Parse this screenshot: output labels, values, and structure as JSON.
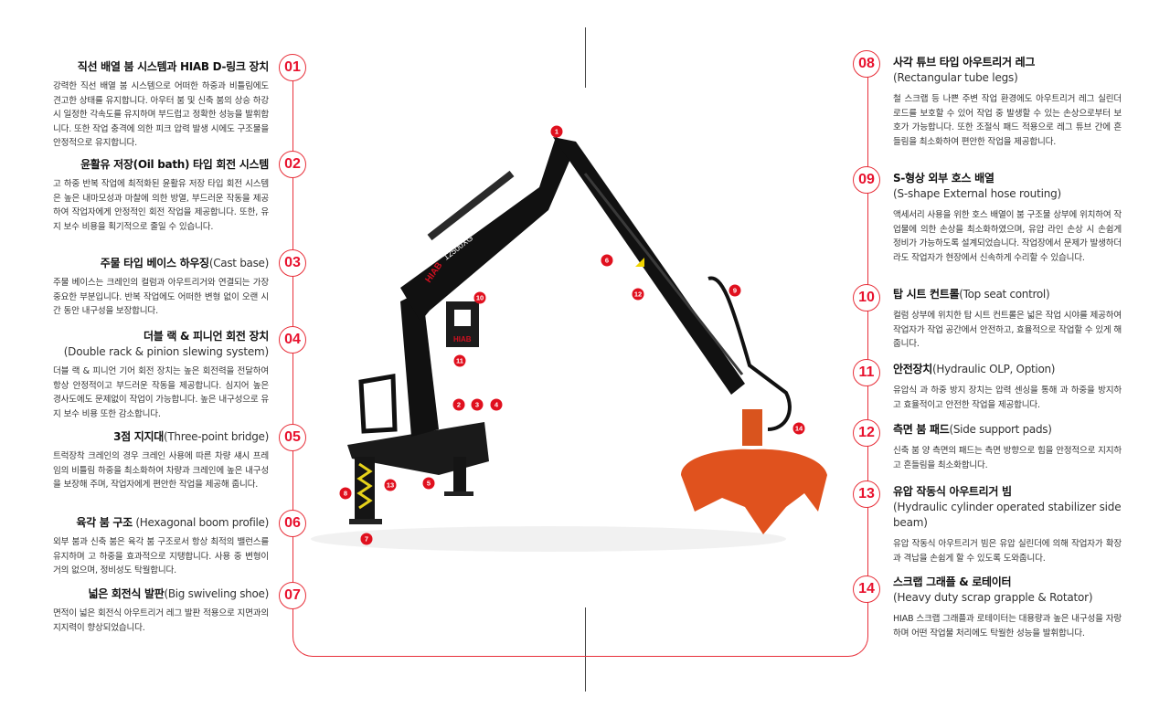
{
  "features_left": [
    {
      "num": "01",
      "title": "직선 배열 붐 시스템과 HIAB D-링크 장치",
      "title_en": "",
      "body": "강력한 직선 배열 붐 시스템으로 어떠한 하중과 비틀림에도 견고한 상태를 유지합니다. 아우터 붐 및 신축 붐의 상승 하강 시 일정한 각속도를 유지하며 부드럽고 정확한 성능을 발휘합니다. 또한 작업 충격에 의한 피크 압력 발생 시에도 구조물을 안정적으로 유지합니다."
    },
    {
      "num": "02",
      "title": "윤활유 저장(Oil bath) 타입 회전 시스템",
      "title_en": "",
      "body": "고 하중 반복 작업에 최적화된 윤활유 저장 타입 회전 시스템은 높은 내마모성과 마찰에 의한 방열, 부드러운 작동을 제공하여 작업자에게 안정적인 회전 작업을 제공합니다. 또한, 유지 보수 비용을 획기적으로 줄일 수 있습니다."
    },
    {
      "num": "03",
      "title": "주물 타입 베이스 하우징",
      "title_en": "(Cast base)",
      "body": "주물 베이스는 크레인의 컬럼과 아우트리거와 연결되는 가장 중요한 부분입니다. 반복 작업에도 어떠한 변형 없이 오랜 시간 동안 내구성을 보장합니다."
    },
    {
      "num": "04",
      "title": "더블 랙 & 피니언 회전 장치",
      "title_en": "",
      "sub": "(Double rack & pinion slewing system)",
      "body": "더블 랙 & 피니언 기어 회전 장치는 높은 회전력을 전달하여 항상 안정적이고 부드러운 작동을 제공합니다. 심지어 높은 경사도에도 문제없이 작업이 가능합니다. 높은 내구성으로 유지 보수 비용 또한 감소합니다."
    },
    {
      "num": "05",
      "title": "3점 지지대",
      "title_en": "(Three-point bridge)",
      "body": "트럭장착 크레인의 경우 크레인 사용에 따른 차량 섀시 프레임의 비틀림 하중을 최소화하여 차량과 크레인에 높은 내구성을 보장해 주며, 작업자에게 편안한 작업을 제공해 줍니다."
    },
    {
      "num": "06",
      "title": "육각 붐 구조",
      "title_en": " (Hexagonal boom profile)",
      "body": "외부 붐과 신축 붐은 육각 붐 구조로서 항상 최적의 밸런스를 유지하며 고 하중을 효과적으로 지탱합니다. 사용 중 변형이 거의 없으며, 정비성도 탁월합니다."
    },
    {
      "num": "07",
      "title": "넓은 회전식 발판",
      "title_en": "(Big swiveling shoe)",
      "body": "면적이 넓은 회전식 아우트리거 레그 발판 적용으로 지면과의 지지력이 향상되었습니다."
    }
  ],
  "features_right": [
    {
      "num": "08",
      "title": "사각 튜브 타입 아우트리거 레그",
      "title_en": "",
      "sub": "(Rectangular tube legs)",
      "body": "철 스크랩 등 나쁜 주변 작업 환경에도 아우트리거 레그 실린더 로드를 보호할 수 있어 작업 중 발생할 수 있는 손상으로부터 보호가 가능합니다. 또한 조절식 패드 적용으로 레그 튜브 간에 흔들림을 최소화하여 편안한 작업을 제공합니다."
    },
    {
      "num": "09",
      "title": "S-형상 외부 호스 배열",
      "title_en": "",
      "sub": "(S-shape External hose routing)",
      "body": "액세서리 사용을 위한 호스 배열이 붐 구조물 상부에 위치하여 작업물에 의한 손상을 최소화하였으며, 유압 라인 손상 시 손쉽게 정비가 가능하도록 설계되었습니다. 작업장에서 문제가 발생하더라도 작업자가 현장에서 신속하게 수리할 수 있습니다."
    },
    {
      "num": "10",
      "title": "탑 시트 컨트롤",
      "title_en": "(Top seat control)",
      "body": "컬럼 상부에 위치한 탑 시트 컨트롤은 넓은 작업 시야를 제공하여 작업자가 작업 공간에서 안전하고, 효율적으로 작업할 수 있게 해줍니다."
    },
    {
      "num": "11",
      "title": "안전장치",
      "title_en": "(Hydraulic OLP, Option)",
      "body": "유압식 과 하중 방지 장치는 압력 센싱을 통해 과 하중을 방지하고 효율적이고 안전한 작업을 제공합니다."
    },
    {
      "num": "12",
      "title": "측면 붐 패드",
      "title_en": "(Side support pads)",
      "body": "신축 붐 양 측면의 패드는 측면 방향으로 힘을 안정적으로 지지하고 흔들림을 최소화합니다."
    },
    {
      "num": "13",
      "title": "유압 작동식 아우트리거 빔",
      "title_en": "",
      "sub": "(Hydraulic cylinder operated stabilizer side beam)",
      "body": "유압 작동식 아우트리거 빔은 유압 실린더에 의해 작업자가 확장과 격납을 손쉽게 할 수 있도록 도와줍니다."
    },
    {
      "num": "14",
      "title": "스크랩 그래플 & 로테이터",
      "title_en": "",
      "sub": "(Heavy duty scrap grapple & Rotator)",
      "body": "HIAB 스크랩 그래플과 로테이터는 대용량과 높은 내구성을 자랑하며 어떤 작업물 처리에도 탁월한 성능을 발휘합니다."
    }
  ],
  "crane": {
    "brand": "HIAB",
    "model": "12500XG",
    "markers": [
      "1",
      "2",
      "3",
      "4",
      "5",
      "6",
      "7",
      "8",
      "9",
      "10",
      "11",
      "12",
      "13",
      "14"
    ]
  },
  "colors": {
    "accent": "#e8112d",
    "grapple": "#e0521e",
    "boom": "#111111"
  }
}
